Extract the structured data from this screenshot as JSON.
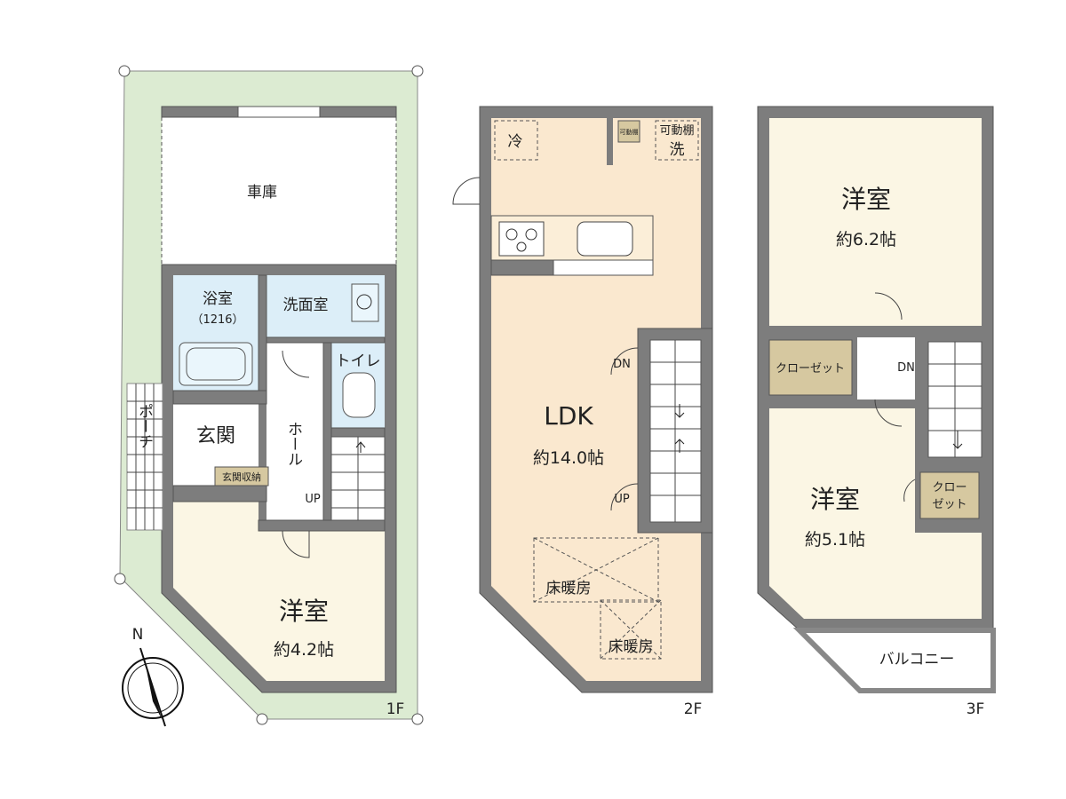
{
  "colors": {
    "lot": "#dcebd2",
    "wall": "#7d7d7d",
    "bath": "#dceef8",
    "room": "#fbf6e4",
    "ldk": "#fae8cf",
    "hall": "#ffffff",
    "storage": "#d6c8a0",
    "stairs": "#ffffff"
  },
  "floors": {
    "f1": {
      "label": "1F",
      "garage": "車庫",
      "bath": "浴室",
      "bath_size": "（1216）",
      "washroom": "洗面室",
      "toilet": "トイレ",
      "entrance": "玄関",
      "entrance_storage": "玄関収納",
      "hall": "ホール",
      "porch": "ポーチ",
      "up": "UP",
      "room": "洋室",
      "room_area": "約4.2帖"
    },
    "f2": {
      "label": "2F",
      "fridge": "冷",
      "movable_shelf_small": "可動棚",
      "movable_shelf": "可動棚",
      "washer": "洗",
      "ldk": "LDK",
      "ldk_area": "約14.0帖",
      "dn": "DN",
      "up": "UP",
      "floor_heating_1": "床暖房",
      "floor_heating_2": "床暖房"
    },
    "f3": {
      "label": "3F",
      "room_a": "洋室",
      "room_a_area": "約6.2帖",
      "closet_a": "クローゼット",
      "dn": "DN",
      "room_b": "洋室",
      "room_b_area": "約5.1帖",
      "closet_b_1": "クロー",
      "closet_b_2": "ゼット",
      "balcony": "バルコニー"
    }
  },
  "compass": {
    "north": "N"
  }
}
